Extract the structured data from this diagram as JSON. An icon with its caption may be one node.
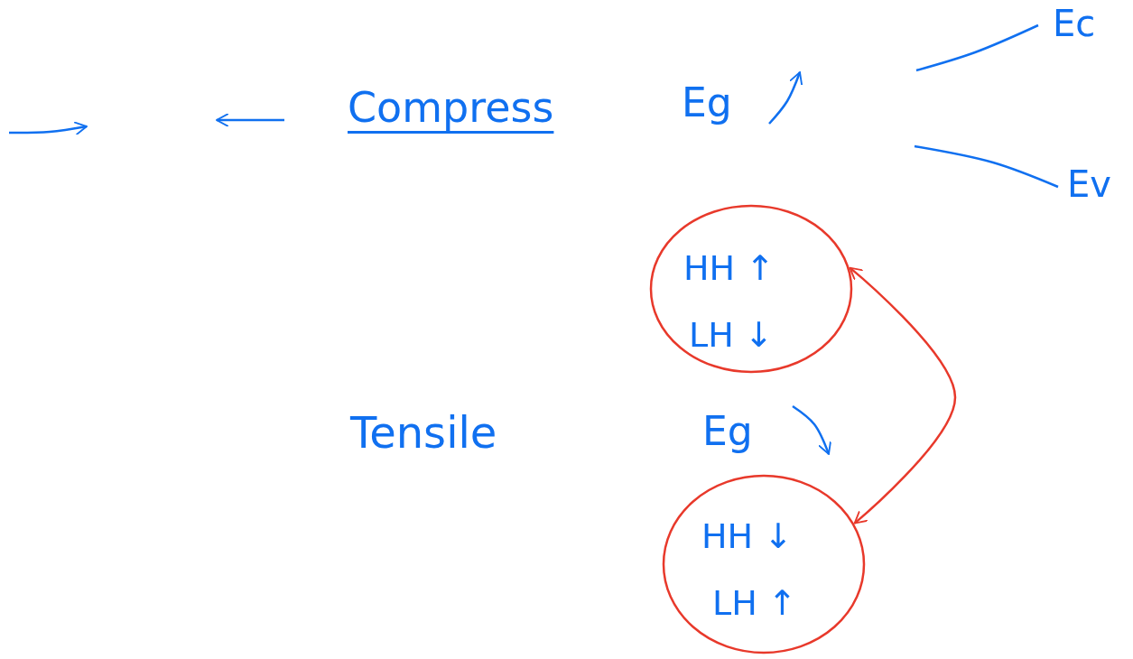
{
  "diagram": {
    "nodes": [
      {
        "text": [
          "HH ↑",
          "LH ↓"
        ]
      },
      {
        "text": [
          "HH ↓",
          "LH ↑"
        ]
      }
    ],
    "edges": [
      {
        "from": 0,
        "to": 1,
        "arrow": "both",
        "color": "#e8392b"
      }
    ],
    "labels": [
      "Compress",
      "Eg",
      "Ec",
      "Ev",
      "Tensile",
      "Eg"
    ]
  }
}
